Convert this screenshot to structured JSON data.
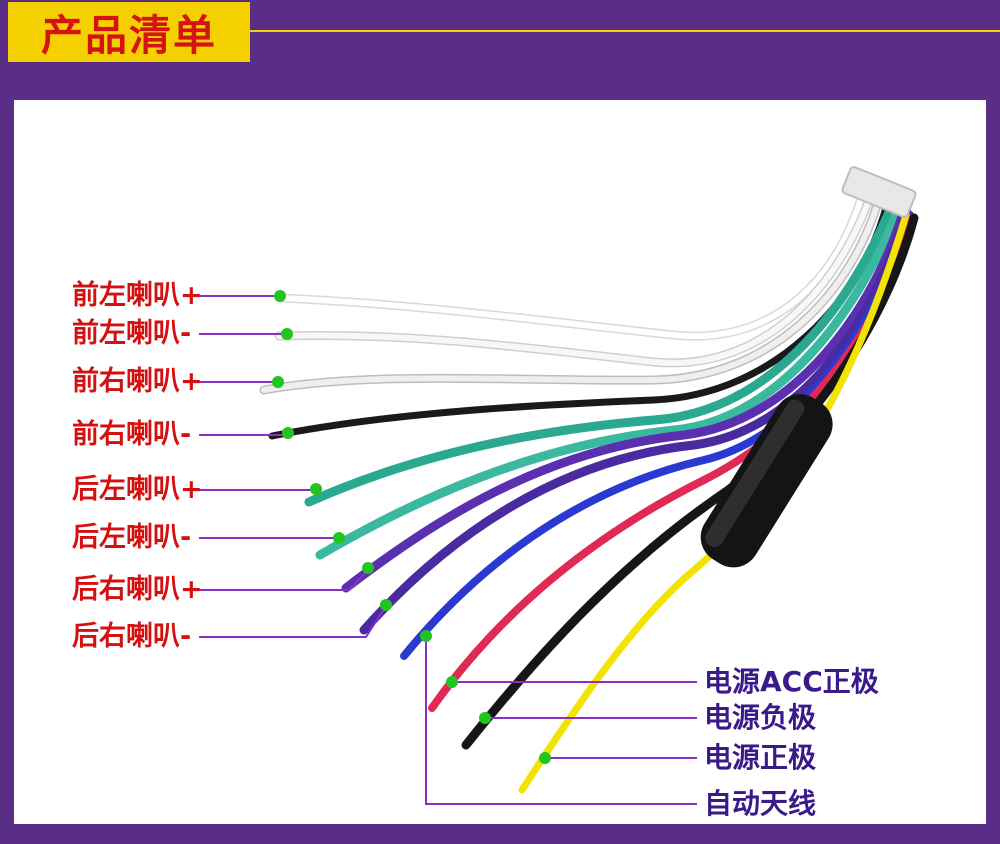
{
  "header": {
    "title": "产品清单"
  },
  "left_labels": [
    "前左喇叭+",
    "前左喇叭-",
    "前右喇叭+",
    "前右喇叭-",
    "后左喇叭+",
    "后左喇叭-",
    "后右喇叭+",
    "后右喇叭-"
  ],
  "right_labels": [
    "电源ACC正极",
    "电源负极",
    "电源正极",
    "自动天线"
  ],
  "colors": {
    "background": "#5a2d86",
    "accent": "#f4d000",
    "title_text": "#d41414",
    "label_left": "#d41010",
    "label_right": "#3a1a8a",
    "pointer_line": "#8a2fc4",
    "marker_dot": "#22c422"
  }
}
